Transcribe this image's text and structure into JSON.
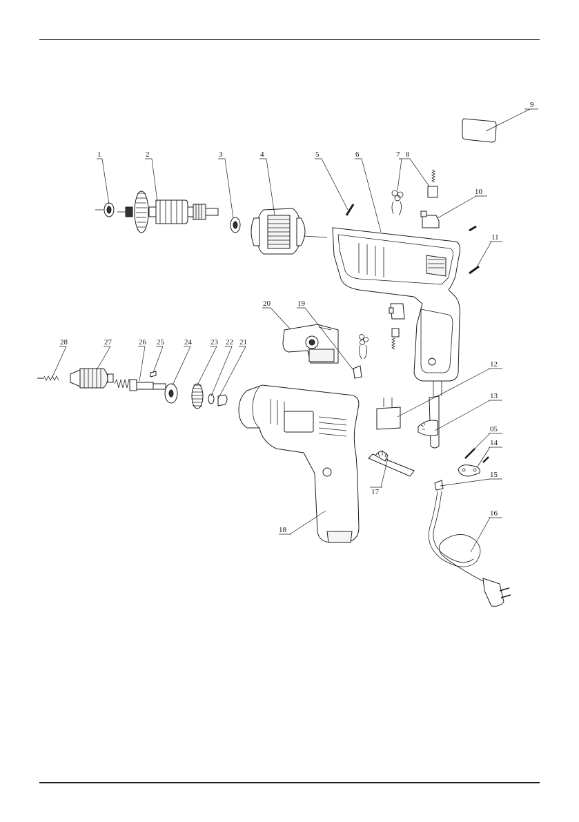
{
  "callouts": [
    {
      "id": "c1",
      "text": "1"
    },
    {
      "id": "c2",
      "text": "2"
    },
    {
      "id": "c3",
      "text": "3"
    },
    {
      "id": "c4",
      "text": "4"
    },
    {
      "id": "c5",
      "text": "5"
    },
    {
      "id": "c6",
      "text": "6"
    },
    {
      "id": "c7",
      "text": "7"
    },
    {
      "id": "c8",
      "text": "8"
    },
    {
      "id": "c9",
      "text": "9"
    },
    {
      "id": "c10",
      "text": "10"
    },
    {
      "id": "c11",
      "text": "11"
    },
    {
      "id": "c12",
      "text": "12"
    },
    {
      "id": "c13",
      "text": "13"
    },
    {
      "id": "c05",
      "text": "05"
    },
    {
      "id": "c14",
      "text": "14"
    },
    {
      "id": "c15",
      "text": "15"
    },
    {
      "id": "c16",
      "text": "16"
    },
    {
      "id": "c17",
      "text": "17"
    },
    {
      "id": "c18",
      "text": "18"
    },
    {
      "id": "c19",
      "text": "19"
    },
    {
      "id": "c20",
      "text": "20"
    },
    {
      "id": "c21",
      "text": "21"
    },
    {
      "id": "c22",
      "text": "22"
    },
    {
      "id": "c23",
      "text": "23"
    },
    {
      "id": "c24",
      "text": "24"
    },
    {
      "id": "c25",
      "text": "25"
    },
    {
      "id": "c26",
      "text": "26"
    },
    {
      "id": "c27",
      "text": "27"
    },
    {
      "id": "c28",
      "text": "28"
    }
  ]
}
